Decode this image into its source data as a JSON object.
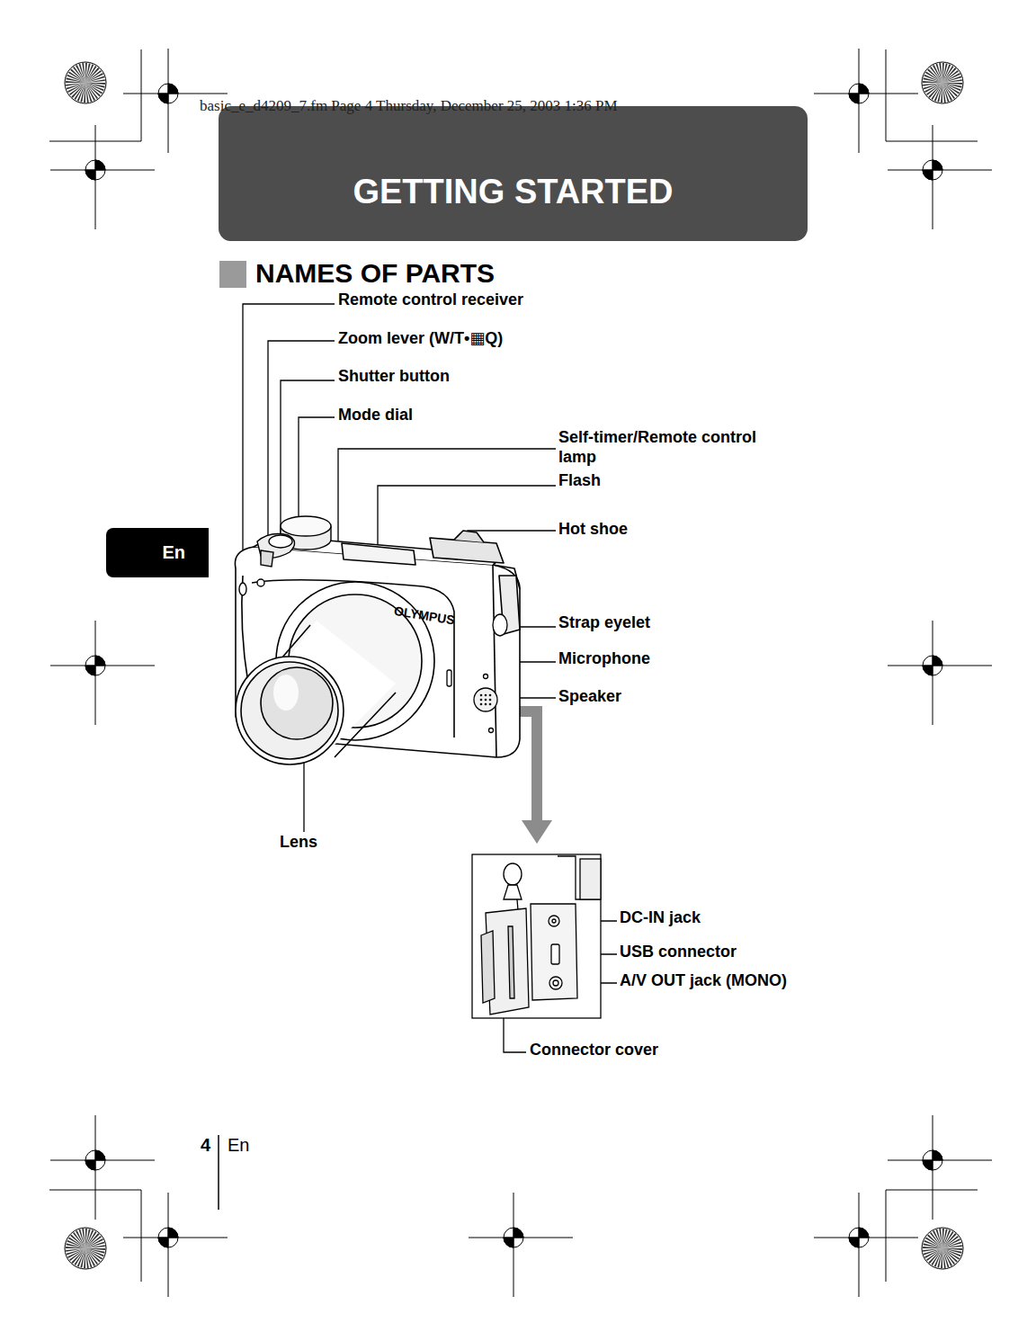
{
  "diagram": {
    "title": "NAMES OF PARTS",
    "nodes": [
      {
        "text": [
          "GETTING STARTED"
        ]
      },
      {
        "text": [
          "En"
        ]
      }
    ],
    "labels": [
      "basic_e_d4209_7.fm  Page 4  Thursday, December 25, 2003  1:36 PM",
      "Remote control receiver",
      "Zoom lever (W/T•▦Q)",
      "Shutter button",
      "Mode dial",
      "Self-timer/Remote control lamp",
      "Flash",
      "Hot shoe",
      "Strap eyelet",
      "Microphone",
      "Speaker",
      "OLYMPUS",
      "Lens",
      "DC-IN jack",
      "USB connector",
      "A/V OUT jack (MONO)",
      "Connector cover",
      "4",
      "En"
    ]
  }
}
